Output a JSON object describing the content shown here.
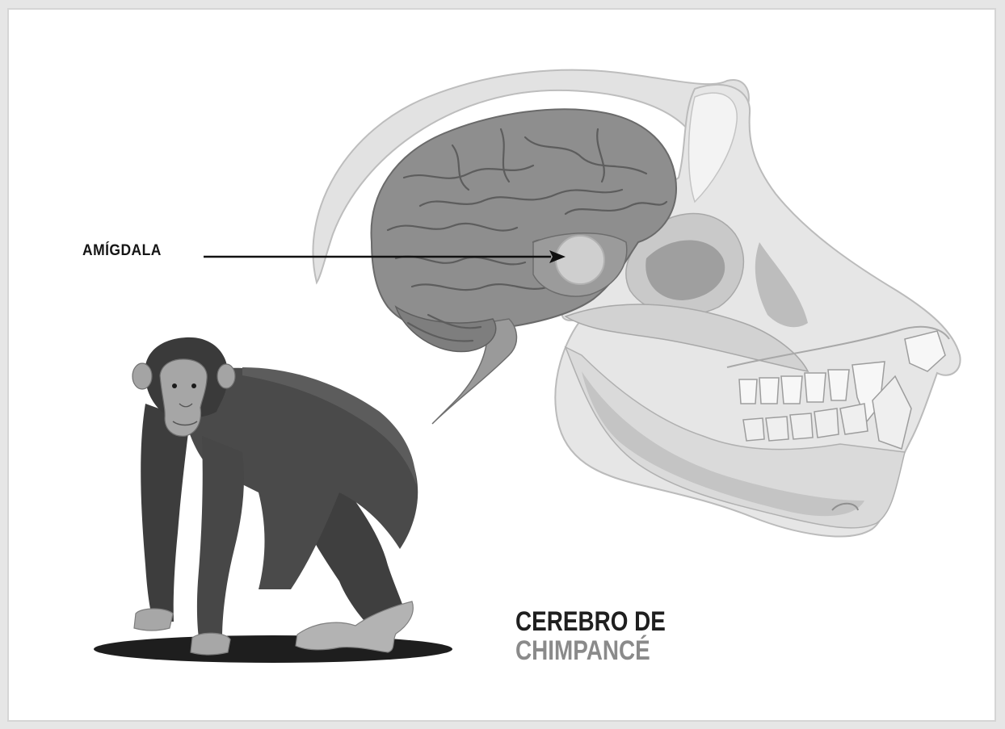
{
  "labels": {
    "amygdala": "AMÍGDALA"
  },
  "title": {
    "line1": "CEREBRO DE",
    "line2": "CHIMPANCÉ"
  },
  "colors": {
    "background": "#ffffff",
    "frame": "#d5d5d5",
    "brain": "#8c8c8c",
    "brain_folds": "#5c5c5c",
    "skull": "#e4e4e4",
    "skull_shadow": "#b4b4b4",
    "amygdala": "#c8c8c8",
    "chimpanzee": "#4a4a4a",
    "skin": "#a9a9a9",
    "ground_shadow": "#1e1e1e",
    "arrow": "#111111"
  }
}
